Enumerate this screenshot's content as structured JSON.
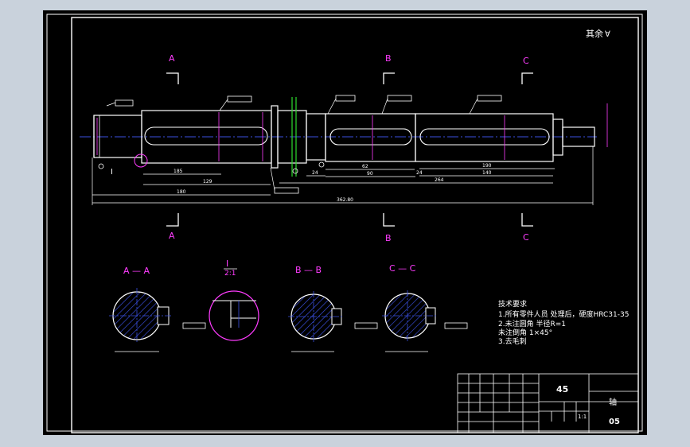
{
  "drawing": {
    "corner_mark": "其余",
    "section_labels": {
      "a": "A",
      "b": "B",
      "c": "C"
    },
    "section_views": {
      "aa": "A — A",
      "detail_i": "I",
      "detail_scale": "2:1",
      "bb": "B — B",
      "cc": "C — C"
    },
    "callout_i": "I",
    "dims": {
      "d185": "185",
      "d129": "129",
      "d180": "180",
      "d24a": "24",
      "d24b": "24",
      "d90": "90",
      "d264": "264",
      "d62": "62",
      "d190": "190",
      "d140": "140",
      "total": "362.80"
    },
    "tech_req": {
      "title": "技术要求",
      "line1": "1.所有零件人员 处理后，硬度HRC31-35",
      "line2": "2.未注圆角 半径R=1",
      "line3": "  未注倒角 1×45°",
      "line4": "3.去毛刺"
    },
    "title_block": {
      "material": "45",
      "part_name": "轴",
      "drawing_no": "05",
      "scale": "1:1"
    }
  }
}
